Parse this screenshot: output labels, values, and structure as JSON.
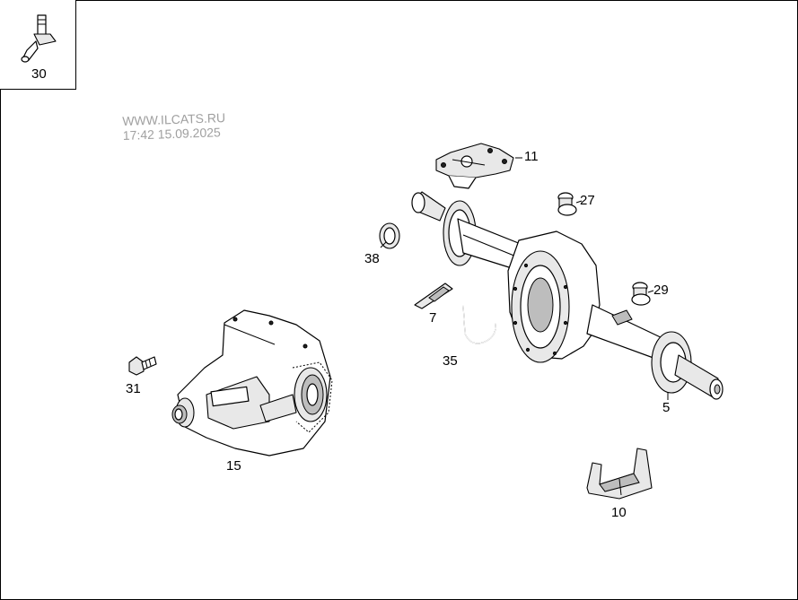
{
  "watermark": {
    "line1": "WWW.ILCATS.RU",
    "line2": "17:42 15.09.2025"
  },
  "callouts": {
    "p30": "30",
    "p11": "11",
    "p27": "27",
    "p38": "38",
    "p29": "29",
    "p7": "7",
    "p35": "35",
    "p31": "31",
    "p5": "5",
    "p15": "15",
    "p10": "10"
  }
}
